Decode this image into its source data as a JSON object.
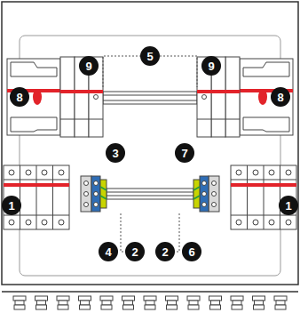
{
  "diagram": {
    "labels": [
      "5",
      "9",
      "9",
      "8",
      "8",
      "3",
      "7",
      "1",
      "1",
      "4",
      "2",
      "2",
      "6"
    ]
  }
}
